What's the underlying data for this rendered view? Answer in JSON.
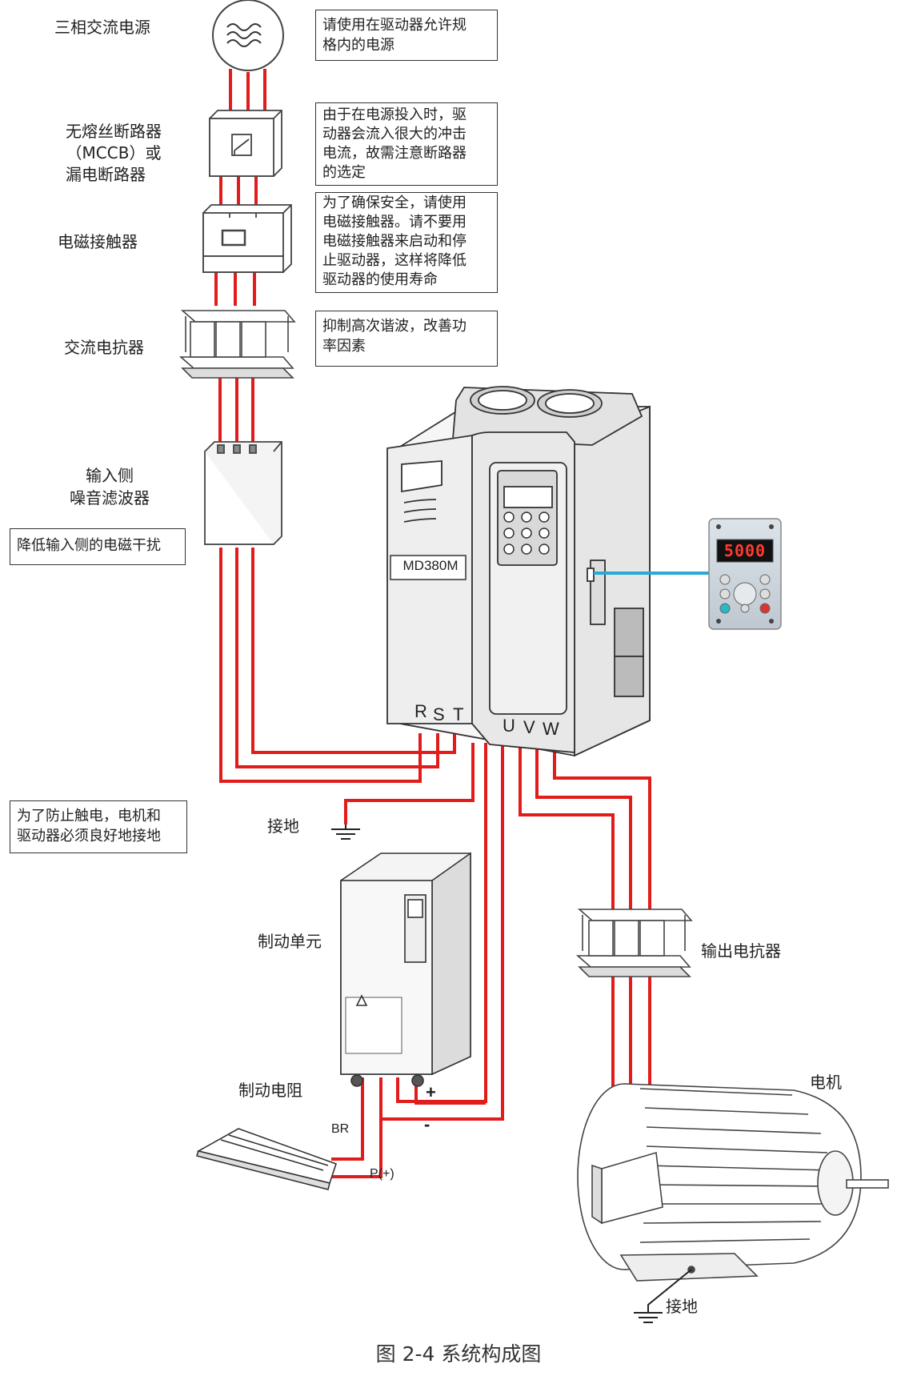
{
  "labels": {
    "power_source": "三相交流电源",
    "breaker_line1": "无熔丝断路器",
    "breaker_line2": "（MCCB）或",
    "breaker_line3": "漏电断路器",
    "contactor": "电磁接触器",
    "ac_reactor": "交流电抗器",
    "input_filter_line1": "输入侧",
    "input_filter_line2": "噪音滤波器",
    "ground_1": "接地",
    "ground_2": "接地",
    "brake_unit": "制动单元",
    "brake_resistor": "制动电阻",
    "output_reactor": "输出电抗器",
    "motor": "电机",
    "model": "MD380M"
  },
  "notes": {
    "power": [
      "请使用在驱动器允许规",
      "格内的电源"
    ],
    "breaker": [
      "由于在电源投入时，驱",
      "动器会流入很大的冲击",
      "电流，故需注意断路器",
      "的选定"
    ],
    "contactor": [
      "为了确保安全，请使用",
      "电磁接触器。请不要用",
      "电磁接触器来启动和停",
      "止驱动器，这样将降低",
      "驱动器的使用寿命"
    ],
    "reactor": [
      "抑制高次谐波，改善功",
      "率因素"
    ],
    "filter": [
      "降低输入侧的电磁干扰"
    ],
    "ground": [
      "为了防止触电，电机和",
      "驱动器必须良好地接地"
    ]
  },
  "terminals": {
    "R": "R",
    "S": "S",
    "T": "T",
    "U": "U",
    "V": "V",
    "W": "W",
    "BR": "BR",
    "P": "P(+)",
    "plus": "+",
    "minus": "-"
  },
  "keypad_display": "5000",
  "caption": "图 2-4 系统构成图",
  "colors": {
    "wire": "#e21b1b",
    "link": "#29a9d6",
    "outline": "#444444"
  }
}
